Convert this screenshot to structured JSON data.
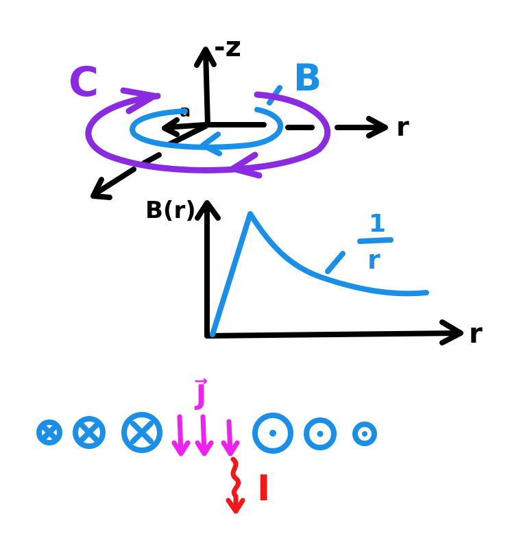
{
  "top_diagram": {
    "z_axis_label": "-z",
    "r_axis_label": "r",
    "radius_label": "a",
    "contour_label": "C",
    "field_label": "B"
  },
  "graph": {
    "y_axis_label": "B(r)",
    "x_axis_label": "r",
    "curve_annotation_numerator": "1",
    "curve_annotation_denominator": "r"
  },
  "bottom_diagram": {
    "current_density_label": "J⃗",
    "current_label": "I",
    "into_page_symbol_count": 3,
    "out_of_page_symbol_count": 3,
    "density_arrow_count": 3
  },
  "colors": {
    "black": "#000000",
    "blue": "#1a8fe8",
    "purple": "#8a2be2",
    "magenta": "#f020f0",
    "red": "#f01818"
  }
}
